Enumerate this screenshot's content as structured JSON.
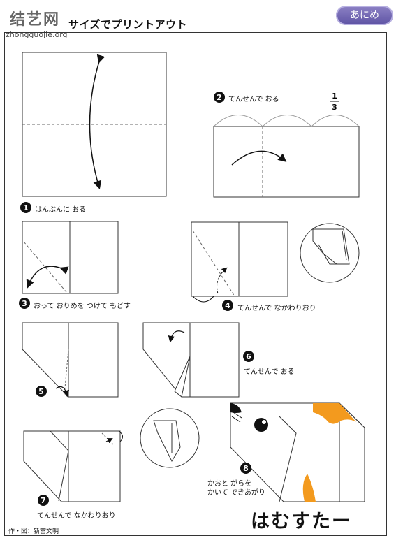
{
  "header": {
    "watermark_logo": "结艺网",
    "watermark_url": "zhongguojie.org",
    "title_fragment": "サイズでプリントアウト",
    "anime_button": "あにめ"
  },
  "steps": [
    {
      "number": "1",
      "label": "はんぶんに おる"
    },
    {
      "number": "2",
      "label": "てんせんで おる",
      "fraction_top": "1",
      "fraction_bottom": "3"
    },
    {
      "number": "3",
      "label": "おって おりめを つけて もどす"
    },
    {
      "number": "4",
      "label": "てんせんで なかわりおり"
    },
    {
      "number": "5",
      "label": ""
    },
    {
      "number": "6",
      "label": "てんせんで おる"
    },
    {
      "number": "7",
      "label": "てんせんで なかわりおり"
    },
    {
      "number": "8",
      "label_line1": "かおと がらを",
      "label_line2": "かいて できあがり"
    }
  ],
  "final_title": "はむすたー",
  "credit": "作・図：新宮文明",
  "colors": {
    "hamster_orange": "#f39a1e",
    "pill": "#6f64b4"
  }
}
